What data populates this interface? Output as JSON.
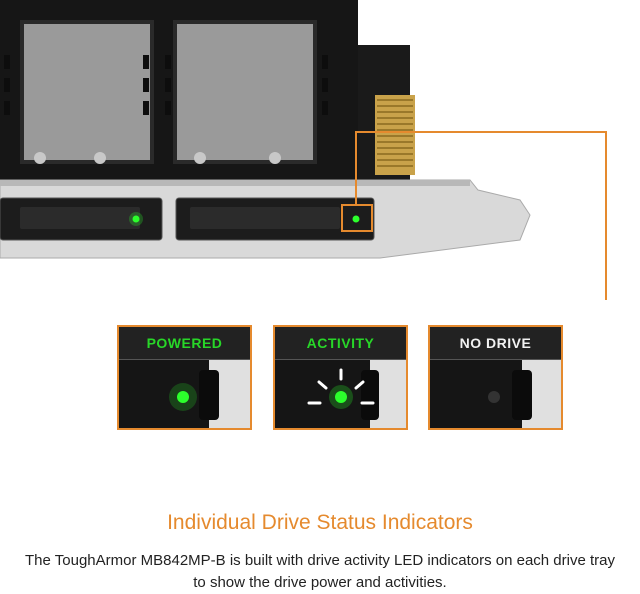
{
  "colors": {
    "accent": "#e58a2e",
    "led_green": "#2cff2c",
    "label_green": "#28d628"
  },
  "panels": [
    {
      "label": "POWERED",
      "state": "power-on"
    },
    {
      "label": "ACTIVITY",
      "state": "blinking"
    },
    {
      "label": "NO DRIVE",
      "state": "off"
    }
  ],
  "caption": {
    "heading": "Individual Drive Status Indicators",
    "description": "The ToughArmor MB842MP-B is built with drive activity LED indicators on each drive tray to show the drive power and activities."
  }
}
